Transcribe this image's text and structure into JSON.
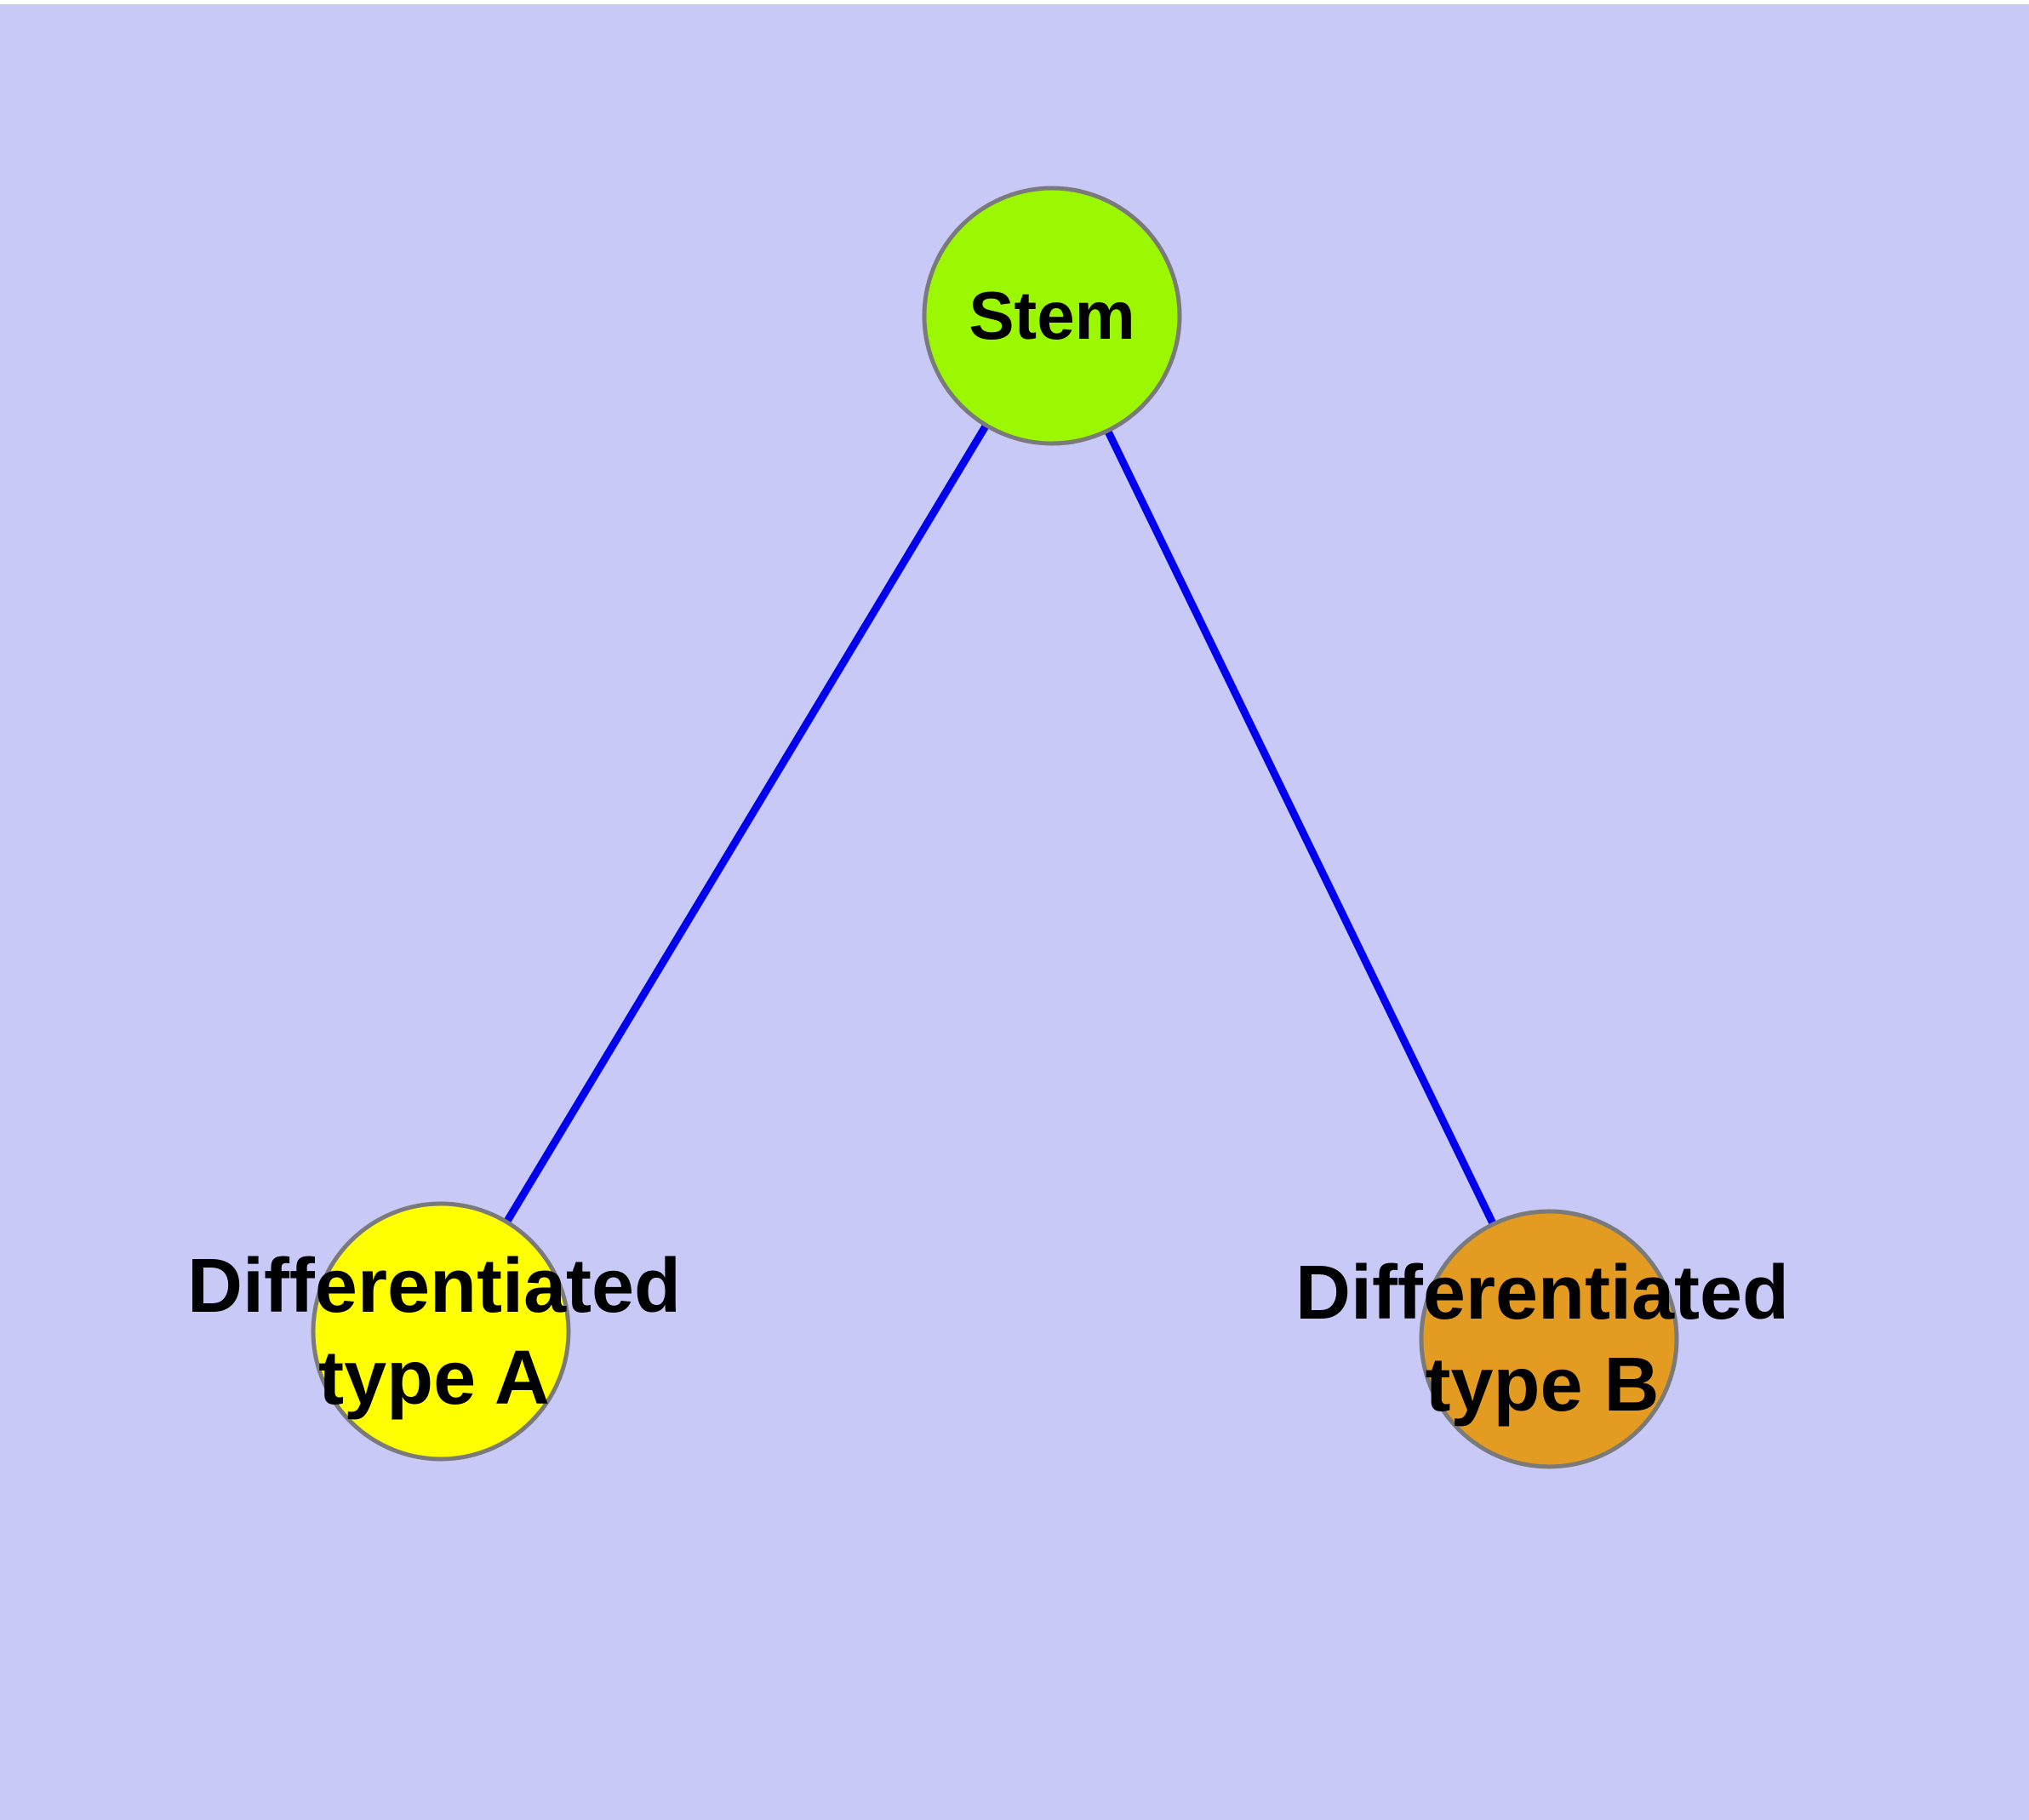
{
  "figure": {
    "background_color": "#C9C9F7",
    "top_border_color": "#FFFFFF",
    "text_color": "#000000",
    "node_border_color": "#7A7A7A",
    "edge_color": "#0000EE"
  },
  "nodes": [
    {
      "id": "stem",
      "label": "Stem",
      "fill": "#9BF800",
      "border_color": "#7A7A7A"
    },
    {
      "id": "differentiated-type-a",
      "label_lines": [
        "Differentiated",
        "type A"
      ],
      "fill": "#FFFF00",
      "border_color": "#7A7A7A"
    },
    {
      "id": "differentiated-type-b",
      "label_lines": [
        "Differentiated",
        "type B"
      ],
      "fill": "#E49B22",
      "border_color": "#7A7A7A"
    }
  ],
  "edges": [
    {
      "from": "stem",
      "to": "differentiated-type-a",
      "color": "#0000EE"
    },
    {
      "from": "stem",
      "to": "differentiated-type-b",
      "color": "#0000EE"
    }
  ]
}
